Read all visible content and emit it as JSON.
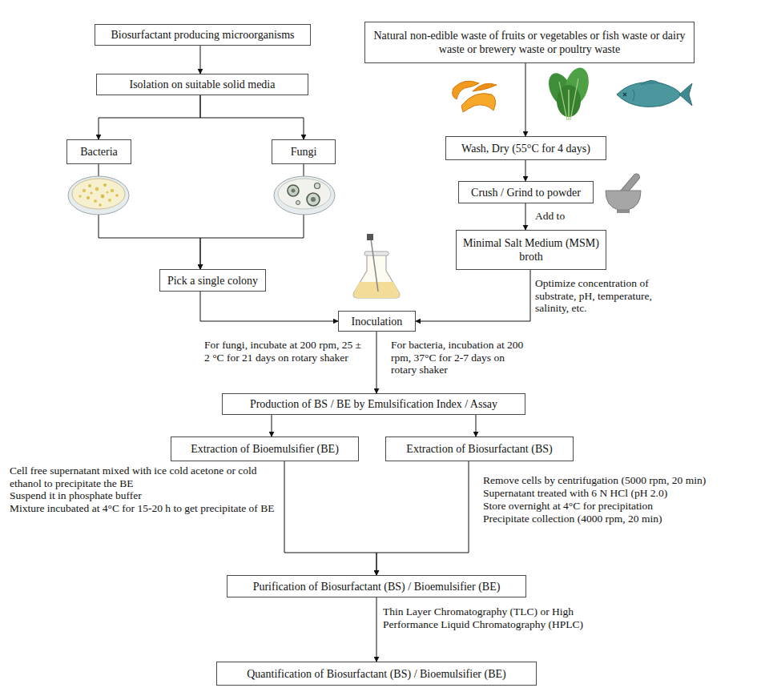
{
  "diagram": {
    "nodes": [
      {
        "text": [
          "Biosurfactant producing microorganisms"
        ]
      },
      {
        "text": [
          "Natural non-edible waste of fruits or vegetables or fish waste or dairy waste or brewery waste or poultry waste"
        ]
      },
      {
        "text": [
          "Isolation on suitable solid media"
        ]
      },
      {
        "text": [
          "Bacteria"
        ]
      },
      {
        "text": [
          "Fungi"
        ]
      },
      {
        "text": [
          "Wash, Dry (55°C for 4 days)"
        ]
      },
      {
        "text": [
          "Crush / Grind to powder"
        ]
      },
      {
        "text": [
          "Minimal Salt Medium (MSM) broth"
        ]
      },
      {
        "text": [
          "Pick a single colony"
        ]
      },
      {
        "text": [
          "Inoculation"
        ]
      },
      {
        "text": [
          "Production of BS / BE by Emulsification Index / Assay"
        ]
      },
      {
        "text": [
          "Extraction of Bioemulsifier (BE)"
        ]
      },
      {
        "text": [
          "Extraction of Biosurfactant (BS)"
        ]
      },
      {
        "text": [
          "Purification of Biosurfactant (BS) / Bioemulsifier (BE)"
        ]
      },
      {
        "text": [
          "Quantification of Biosurfactant (BS) / Bioemulsifier (BE)"
        ]
      }
    ],
    "edges": [
      {
        "from": 0,
        "to": 2,
        "arrow": "to"
      },
      {
        "from": 2,
        "to": 3,
        "arrow": "to"
      },
      {
        "from": 2,
        "to": 4,
        "arrow": "to"
      },
      {
        "from": 3,
        "to": 8,
        "arrow": "to"
      },
      {
        "from": 4,
        "to": 8,
        "arrow": "to"
      },
      {
        "from": 8,
        "to": 9,
        "arrow": "to"
      },
      {
        "from": 1,
        "to": 5,
        "arrow": "to"
      },
      {
        "from": 5,
        "to": 6,
        "arrow": "to"
      },
      {
        "from": 6,
        "to": 7,
        "label": "Add to",
        "arrow": "to"
      },
      {
        "from": 7,
        "to": 9,
        "label": "Optimize concentration of substrate, pH, temperature, salinity, etc.",
        "arrow": "to"
      },
      {
        "from": 9,
        "to": 10,
        "arrow": "to"
      },
      {
        "from": 10,
        "to": 11,
        "arrow": "to"
      },
      {
        "from": 10,
        "to": 12,
        "arrow": "to"
      },
      {
        "from": 11,
        "to": 13,
        "arrow": "to"
      },
      {
        "from": 12,
        "to": 13,
        "arrow": "to"
      },
      {
        "from": 13,
        "to": 14,
        "label": "Thin Layer Chromatography (TLC) or High Performance Liquid Chromatography (HPLC)",
        "arrow": "to"
      }
    ],
    "labels": [
      "For fungi, incubate at 200 rpm, 25 ± 2 °C for 21 days on rotary shaker",
      "For bacteria, incubation at 200 rpm, 37°C for 2-7 days on rotary shaker",
      "Cell free supernatant mixed with ice cold acetone or cold ethanol to precipitate the BE",
      "Suspend it in phosphate buffer",
      "Mixture incubated at 4°C for 15-20 h to get precipitate of BE",
      "Remove cells by centrifugation (5000 rpm, 20 min)",
      "Supernatant treated with 6 N HCl (pH 2.0)",
      "Store overnight at 4°C for precipitation",
      "Precipitate collection (4000 rpm, 20 min)"
    ]
  }
}
